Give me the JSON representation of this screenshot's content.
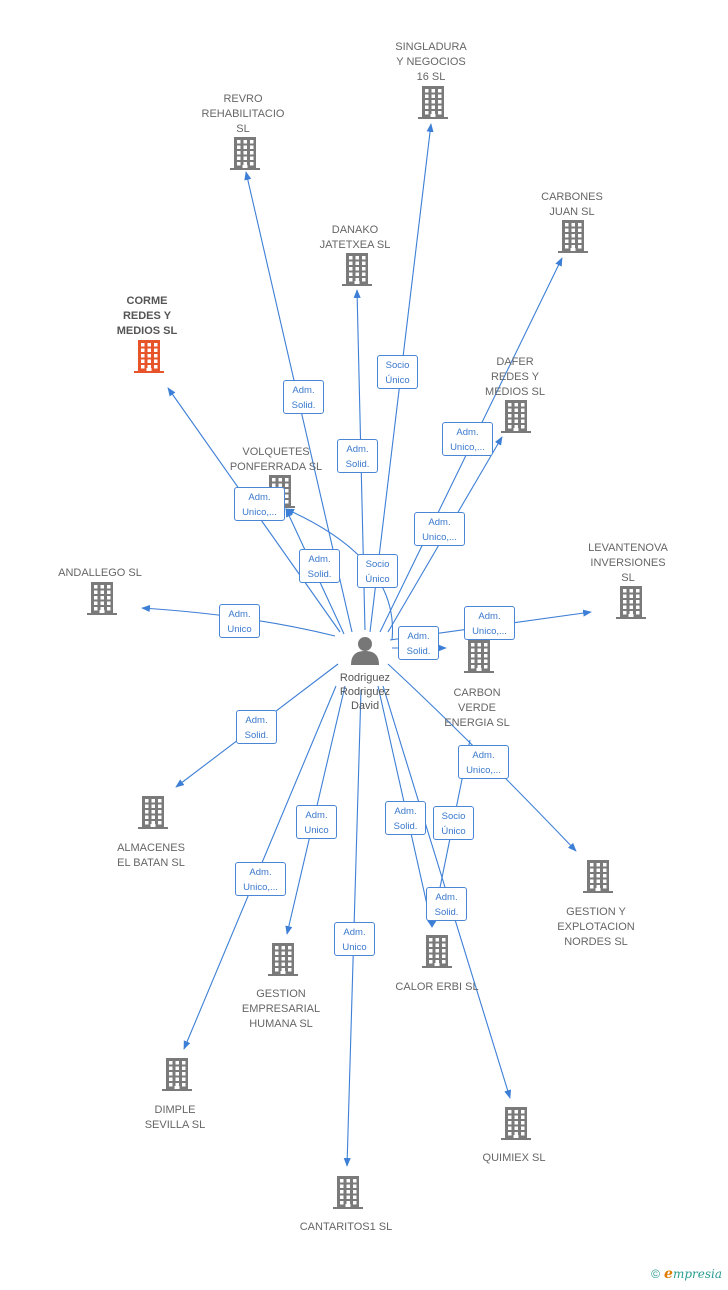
{
  "diagram": {
    "center": {
      "name": "Rodriguez\nRodriguez\nDavid"
    },
    "companies": [
      {
        "id": "singladura",
        "name": "SINGLADURA\nY NEGOCIOS\n16  SL",
        "highlight": false
      },
      {
        "id": "revro",
        "name": "REVRO\nREHABILITACIO\nSL",
        "highlight": false
      },
      {
        "id": "carbones",
        "name": "CARBONES\nJUAN SL",
        "highlight": false
      },
      {
        "id": "danako",
        "name": "DANAKO\nJATETXEA SL",
        "highlight": false
      },
      {
        "id": "corme",
        "name": "CORME\nREDES Y\nMEDIOS  SL",
        "highlight": true
      },
      {
        "id": "dafer",
        "name": "DAFER\nREDES Y\nMEDIOS  SL",
        "highlight": false
      },
      {
        "id": "volquetes",
        "name": "VOLQUETES\nPONFERRADA SL",
        "highlight": false
      },
      {
        "id": "andallego",
        "name": "ANDALLEGO  SL",
        "highlight": false
      },
      {
        "id": "levantenova",
        "name": "LEVANTENOVA\nINVERSIONES\nSL",
        "highlight": false
      },
      {
        "id": "carbonverde",
        "name": "CARBON\nVERDE\nENERGIA SL",
        "highlight": false
      },
      {
        "id": "almacenes",
        "name": "ALMACENES\nEL BATAN SL",
        "highlight": false
      },
      {
        "id": "gestionexp",
        "name": "GESTION Y\nEXPLOTACION\nNORDES  SL",
        "highlight": false
      },
      {
        "id": "gestionemp",
        "name": "GESTION\nEMPRESARIAL\nHUMANA SL",
        "highlight": false
      },
      {
        "id": "calorerbi",
        "name": "CALOR ERBI  SL",
        "highlight": false
      },
      {
        "id": "dimple",
        "name": "DIMPLE\nSEVILLA SL",
        "highlight": false
      },
      {
        "id": "quimiex",
        "name": "QUIMIEX SL",
        "highlight": false
      },
      {
        "id": "cantaritos",
        "name": "CANTARITOS1 SL",
        "highlight": false
      }
    ],
    "relations": [
      {
        "target": "singladura",
        "label": "Socio\nÚnico"
      },
      {
        "target": "revro",
        "label": "Adm.\nSolid."
      },
      {
        "target": "carbones",
        "label": "Adm.\nUnico,..."
      },
      {
        "target": "danako",
        "label": "Adm.\nSolid."
      },
      {
        "target": "corme",
        "label": "Adm.\nUnico,..."
      },
      {
        "target": "dafer",
        "label": "Adm.\nUnico,..."
      },
      {
        "target": "volquetes",
        "label": "Adm.\nSolid."
      },
      {
        "target": "volquetes",
        "label": "Socio\nÚnico"
      },
      {
        "target": "andallego",
        "label": "Adm.\nUnico"
      },
      {
        "target": "levantenova",
        "label": "Adm.\nUnico,..."
      },
      {
        "target": "carbonverde",
        "label": "Adm.\nSolid."
      },
      {
        "target": "almacenes",
        "label": "Adm.\nSolid."
      },
      {
        "target": "gestionexp",
        "label": "Adm.\nUnico,..."
      },
      {
        "target": "gestionemp",
        "label": "Adm.\nUnico"
      },
      {
        "target": "calorerbi",
        "label": "Adm.\nSolid."
      },
      {
        "target": "calorerbi",
        "label": "Socio\nÚnico"
      },
      {
        "target": "quimiex",
        "label": "Adm.\nSolid."
      },
      {
        "target": "dimple",
        "label": "Adm.\nUnico,..."
      },
      {
        "target": "cantaritos",
        "label": "Adm.\nUnico"
      }
    ]
  },
  "colors": {
    "edge": "#3d7fd6",
    "building": "#7a7a7a",
    "building_highlight": "#e8542a",
    "person": "#777777"
  },
  "footer": {
    "copyright": "©",
    "brand_initial": "e",
    "brand_rest": "mpresia"
  }
}
